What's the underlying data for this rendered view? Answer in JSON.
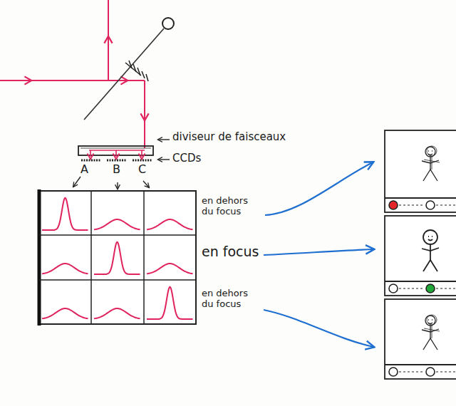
{
  "diagram": {
    "labels": [
      "diviseur de faisceaux",
      "CCDs",
      "A",
      "B",
      "C",
      "en dehors du focus",
      "en focus",
      "en dehors du focus"
    ]
  }
}
